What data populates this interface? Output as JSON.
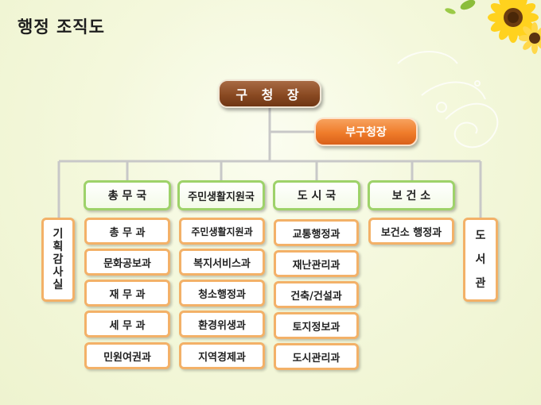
{
  "title": "행정 조직도",
  "top": "구 청 장",
  "deputy": "부구청장",
  "side_left": [
    "기",
    "획",
    "감",
    "사",
    "실"
  ],
  "side_right": [
    "도",
    "서",
    "관"
  ],
  "departments": [
    {
      "name": "총 무 국",
      "units": [
        "총 무 과",
        "문화공보과",
        "재 무 과",
        "세 무 과",
        "민원여권과"
      ]
    },
    {
      "name": "주민생활지원국",
      "units": [
        "주민생활지원과",
        "복지서비스과",
        "청소행정과",
        "환경위생과",
        "지역경제과"
      ]
    },
    {
      "name": "도 시 국",
      "units": [
        "교통행정과",
        "재난관리과",
        "건축/건설과",
        "토지정보과",
        "도시관리과"
      ]
    },
    {
      "name": "보 건 소",
      "units": [
        "보건소 행정과"
      ]
    }
  ],
  "colors": {
    "line": "#c8c8c8",
    "top_node": "#8a4a22",
    "deputy_node": "#ef7c2a",
    "dept_border": "#9ed26a",
    "unit_border": "#f3b168"
  }
}
